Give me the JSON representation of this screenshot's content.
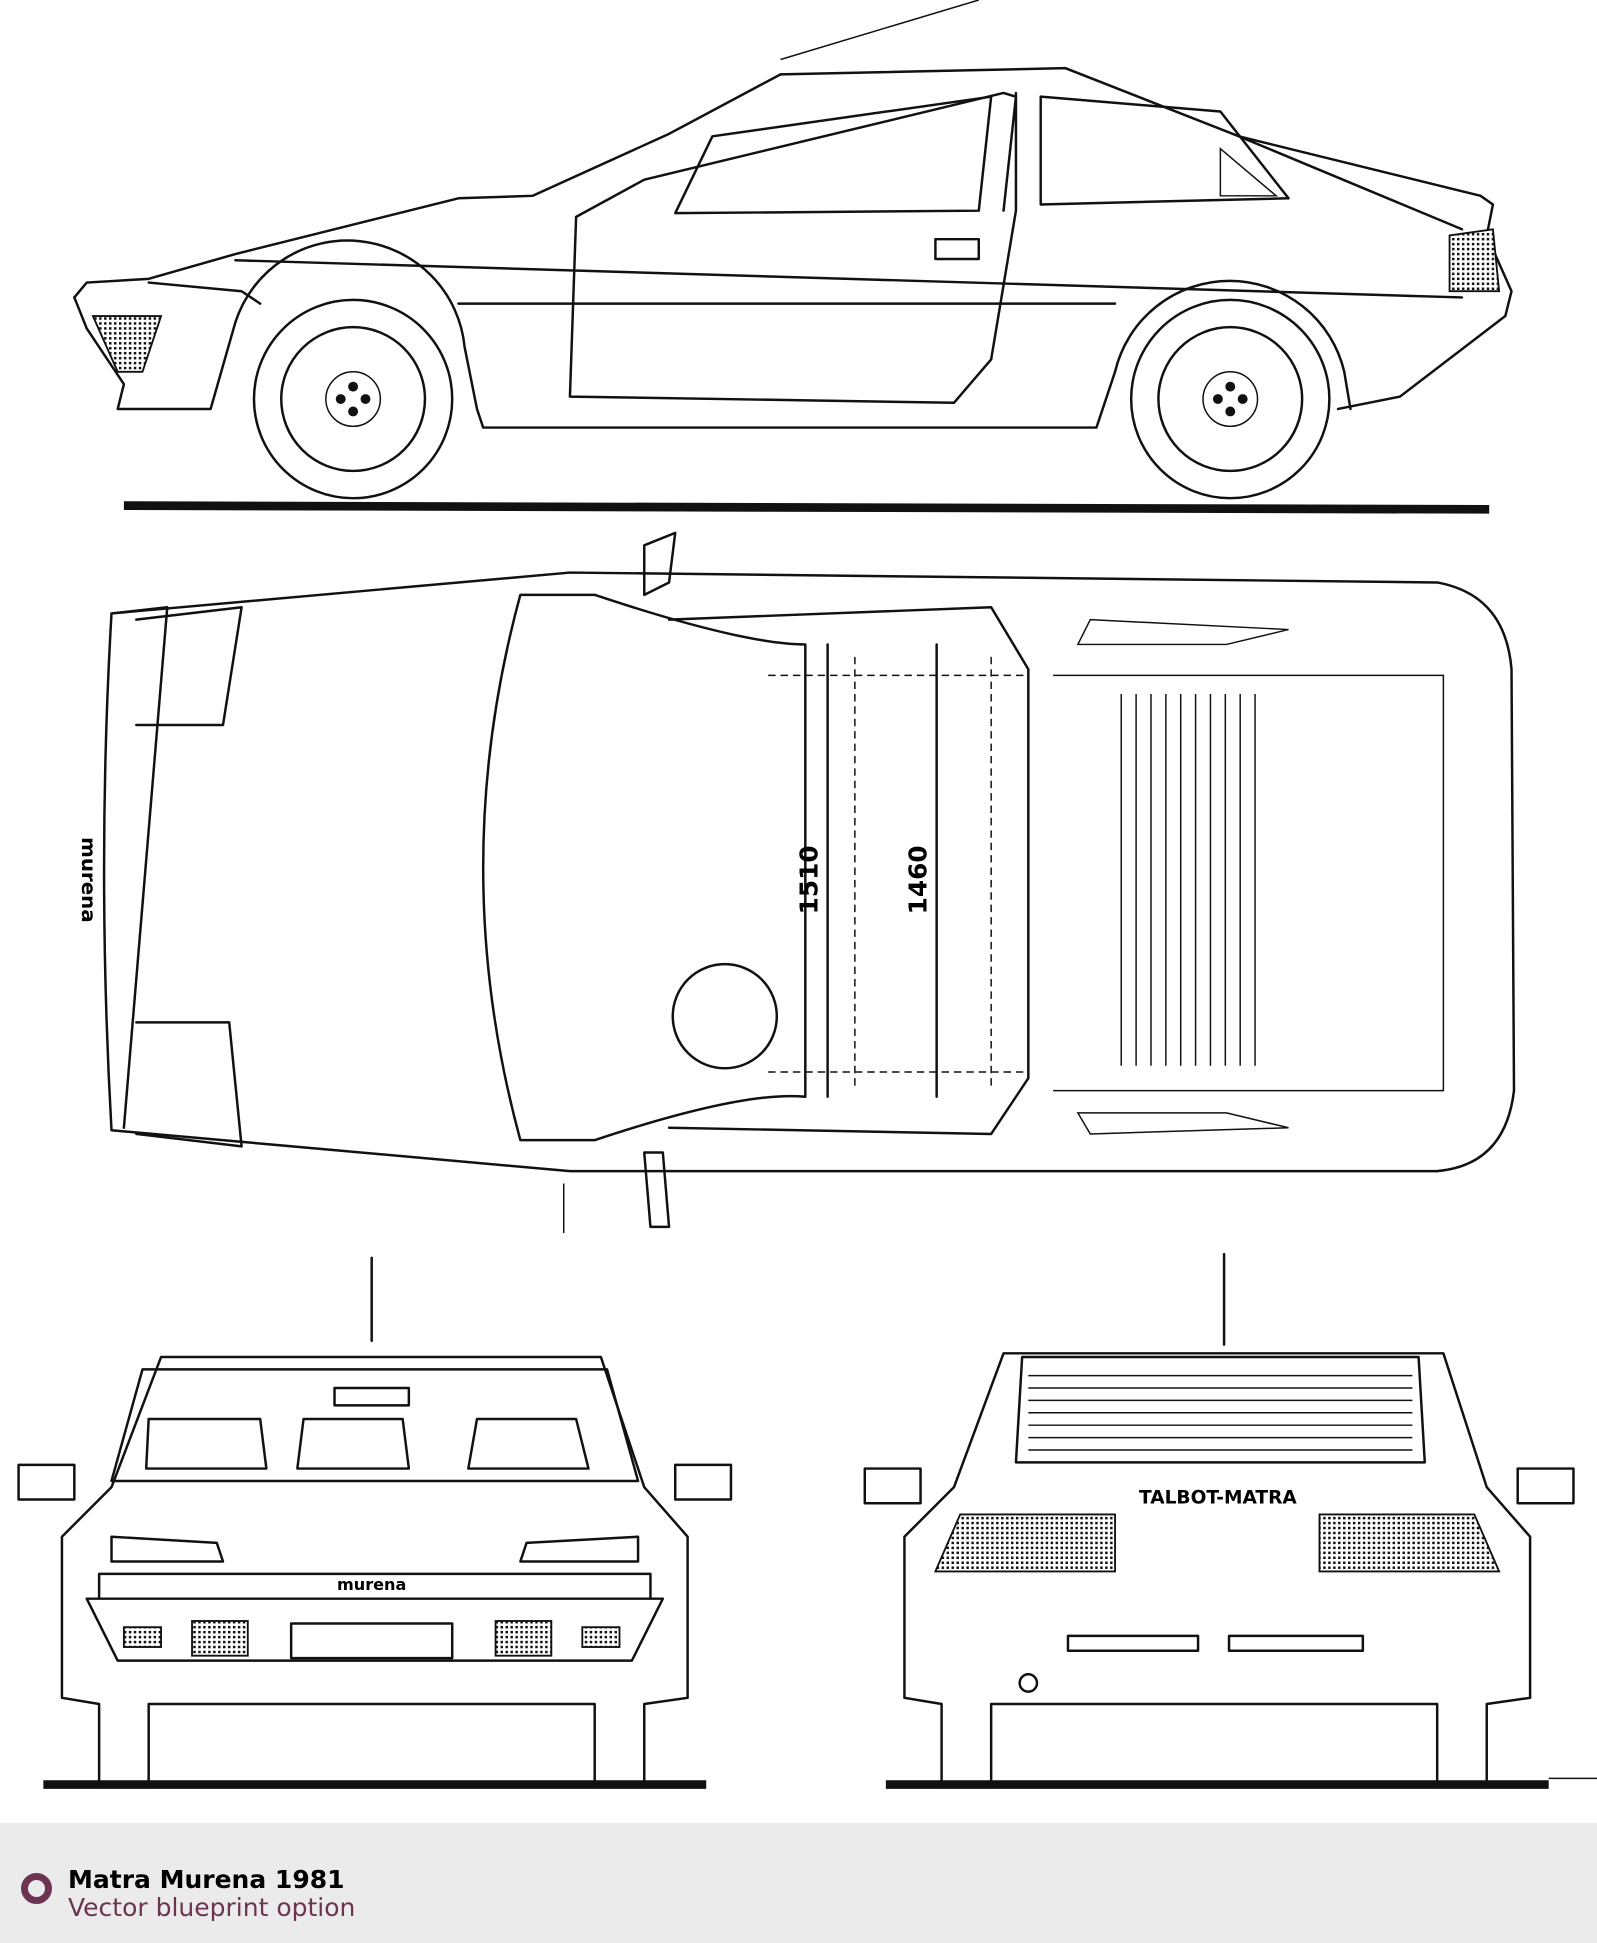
{
  "blueprint": {
    "views": [
      "side",
      "top",
      "front",
      "rear"
    ],
    "dimensions": {
      "track_front": "1510",
      "track_rear": "1460"
    },
    "front_badge": "murena",
    "hood_badge": "murena",
    "rear_badge": "TALBOT-MATRA"
  },
  "footer": {
    "title": "Matra Murena 1981",
    "subtitle": "Vector blueprint option",
    "accent_color": "#6b3552",
    "icon": "ring-icon"
  }
}
